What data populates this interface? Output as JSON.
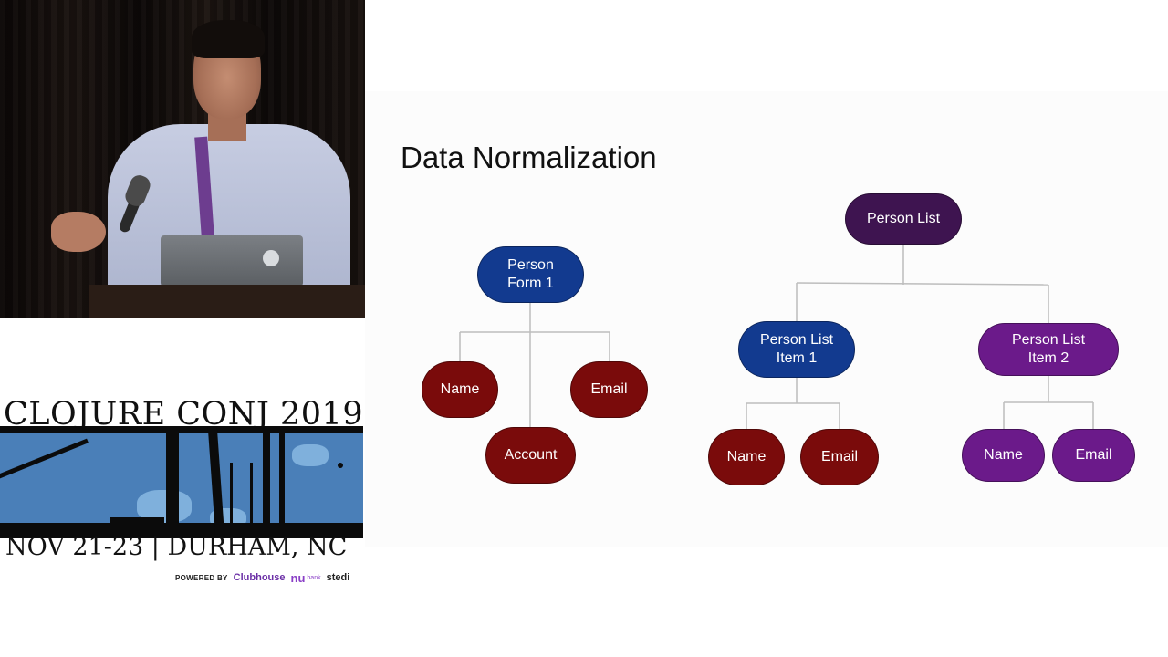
{
  "conference": {
    "title": "CLOJURE CONJ 2019",
    "dates": "NOV 21-23 | DURHAM, NC",
    "powered_by": "POWERED BY",
    "sponsors": [
      "Clubhouse",
      "nu",
      "bank",
      "stedi"
    ]
  },
  "slide": {
    "title": "Data Normalization",
    "nodes": {
      "person_form": "Person\nForm 1",
      "form_name": "Name",
      "form_email": "Email",
      "form_account": "Account",
      "person_list": "Person List",
      "list_item_1": "Person List\nItem 1",
      "list_item_2": "Person List\nItem 2",
      "item1_name": "Name",
      "item1_email": "Email",
      "item2_name": "Name",
      "item2_email": "Email"
    },
    "colors": {
      "form": "#123a8f",
      "leaf": "#7a0b0b",
      "list_root": "#3e1450",
      "list_item_1": "#123a8f",
      "list_item_2": "#6b1a8a",
      "connector": "#bdbdbd"
    }
  }
}
